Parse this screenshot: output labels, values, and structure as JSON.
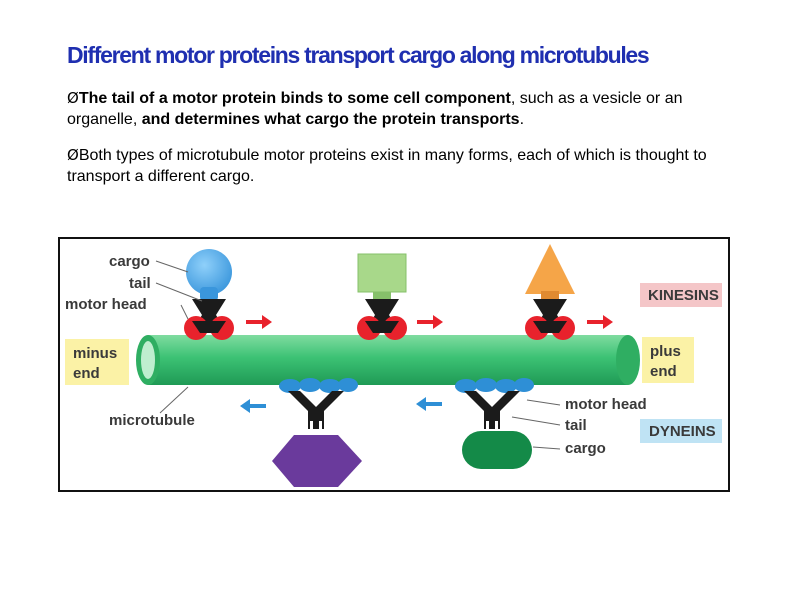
{
  "slide": {
    "title": "Different motor proteins transport cargo along  microtubules",
    "bullets": [
      {
        "marker": "Ø",
        "segments": [
          {
            "text": "The tail of a motor protein binds to some cell component",
            "bold": true
          },
          {
            "text": ", such as a vesicle or an organelle, ",
            "bold": false
          },
          {
            "text": "and determines what cargo the protein transports",
            "bold": true
          },
          {
            "text": ".",
            "bold": false
          }
        ]
      },
      {
        "marker": "Ø",
        "segments": [
          {
            "text": "Both types of microtubule motor proteins exist in many forms, each of which is thought to transport a different cargo.",
            "bold": false
          }
        ]
      }
    ]
  },
  "figure": {
    "labels": {
      "cargo_top": "cargo",
      "tail_top": "tail",
      "motor_head_top": "motor head",
      "minus": "minus",
      "minus_end": "end",
      "plus": "plus",
      "plus_end": "end",
      "kinesins": "KINESINS",
      "dyneins": "DYNEINS",
      "microtubule": "microtubule",
      "motor_head_bottom": "motor head",
      "tail_bottom": "tail",
      "cargo_bottom": "cargo"
    },
    "colors": {
      "microtubule": "#3cc274",
      "microtubule_dark": "#1f9a55",
      "kinesin_head": "#e8222c",
      "dynein_head": "#2e8fd6",
      "motor_body": "#1b1b1b",
      "arrow_red": "#e8222c",
      "arrow_blue": "#2e8fd6",
      "cargo_blue": "#4aa8e8",
      "cargo_green_light": "#a8d88a",
      "cargo_orange": "#f5a548",
      "cargo_purple": "#6a3a9c",
      "cargo_green_dark": "#148a48",
      "kinesin_tag_bg": "#f4c6c8",
      "dynein_tag_bg": "#bfe3f4",
      "end_tag_bg": "#fbf2a6",
      "tag_text": "#3a3a3a"
    }
  }
}
